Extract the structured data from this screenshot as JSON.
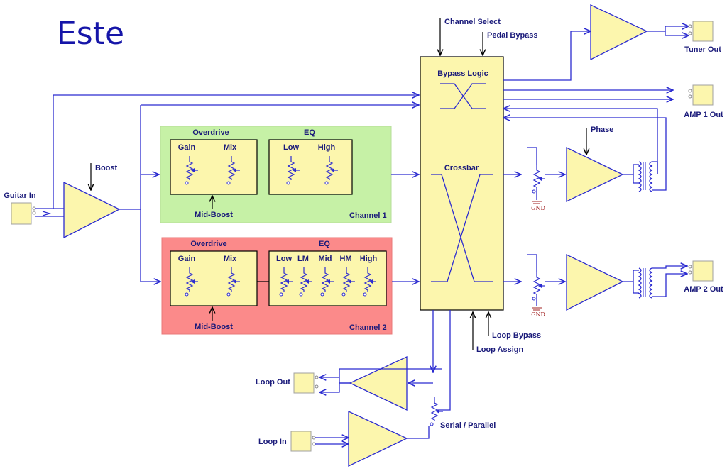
{
  "title": "Este",
  "labels": {
    "guitar_in": "Guitar In",
    "boost": "Boost",
    "channel_select": "Channel Select",
    "pedal_bypass": "Pedal Bypass",
    "bypass_logic": "Bypass Logic",
    "crossbar": "Crossbar",
    "tuner_out": "Tuner Out",
    "amp1_out": "AMP 1 Out",
    "amp2_out": "AMP 2 Out",
    "phase": "Phase",
    "gnd": "GND",
    "loop_bypass": "Loop Bypass",
    "loop_assign": "Loop Assign",
    "loop_out": "Loop Out",
    "loop_in": "Loop In",
    "serial_parallel": "Serial / Parallel"
  },
  "channel1": {
    "name": "Channel 1",
    "overdrive": "Overdrive",
    "eq": "EQ",
    "mid_boost": "Mid-Boost",
    "overdrive_controls": [
      "Gain",
      "Mix"
    ],
    "eq_controls": [
      "Low",
      "High"
    ]
  },
  "channel2": {
    "name": "Channel 2",
    "overdrive": "Overdrive",
    "eq": "EQ",
    "mid_boost": "Mid-Boost",
    "overdrive_controls": [
      "Gain",
      "Mix"
    ],
    "eq_controls": [
      "Low",
      "LM",
      "Mid",
      "HM",
      "High"
    ]
  },
  "colors": {
    "wire": "#2b2bd0",
    "component_fill": "#fcf6ad",
    "channel1_bg": "#c6f1a6",
    "channel2_bg": "#fb8a8a",
    "label_text": "#1a1a7a"
  }
}
